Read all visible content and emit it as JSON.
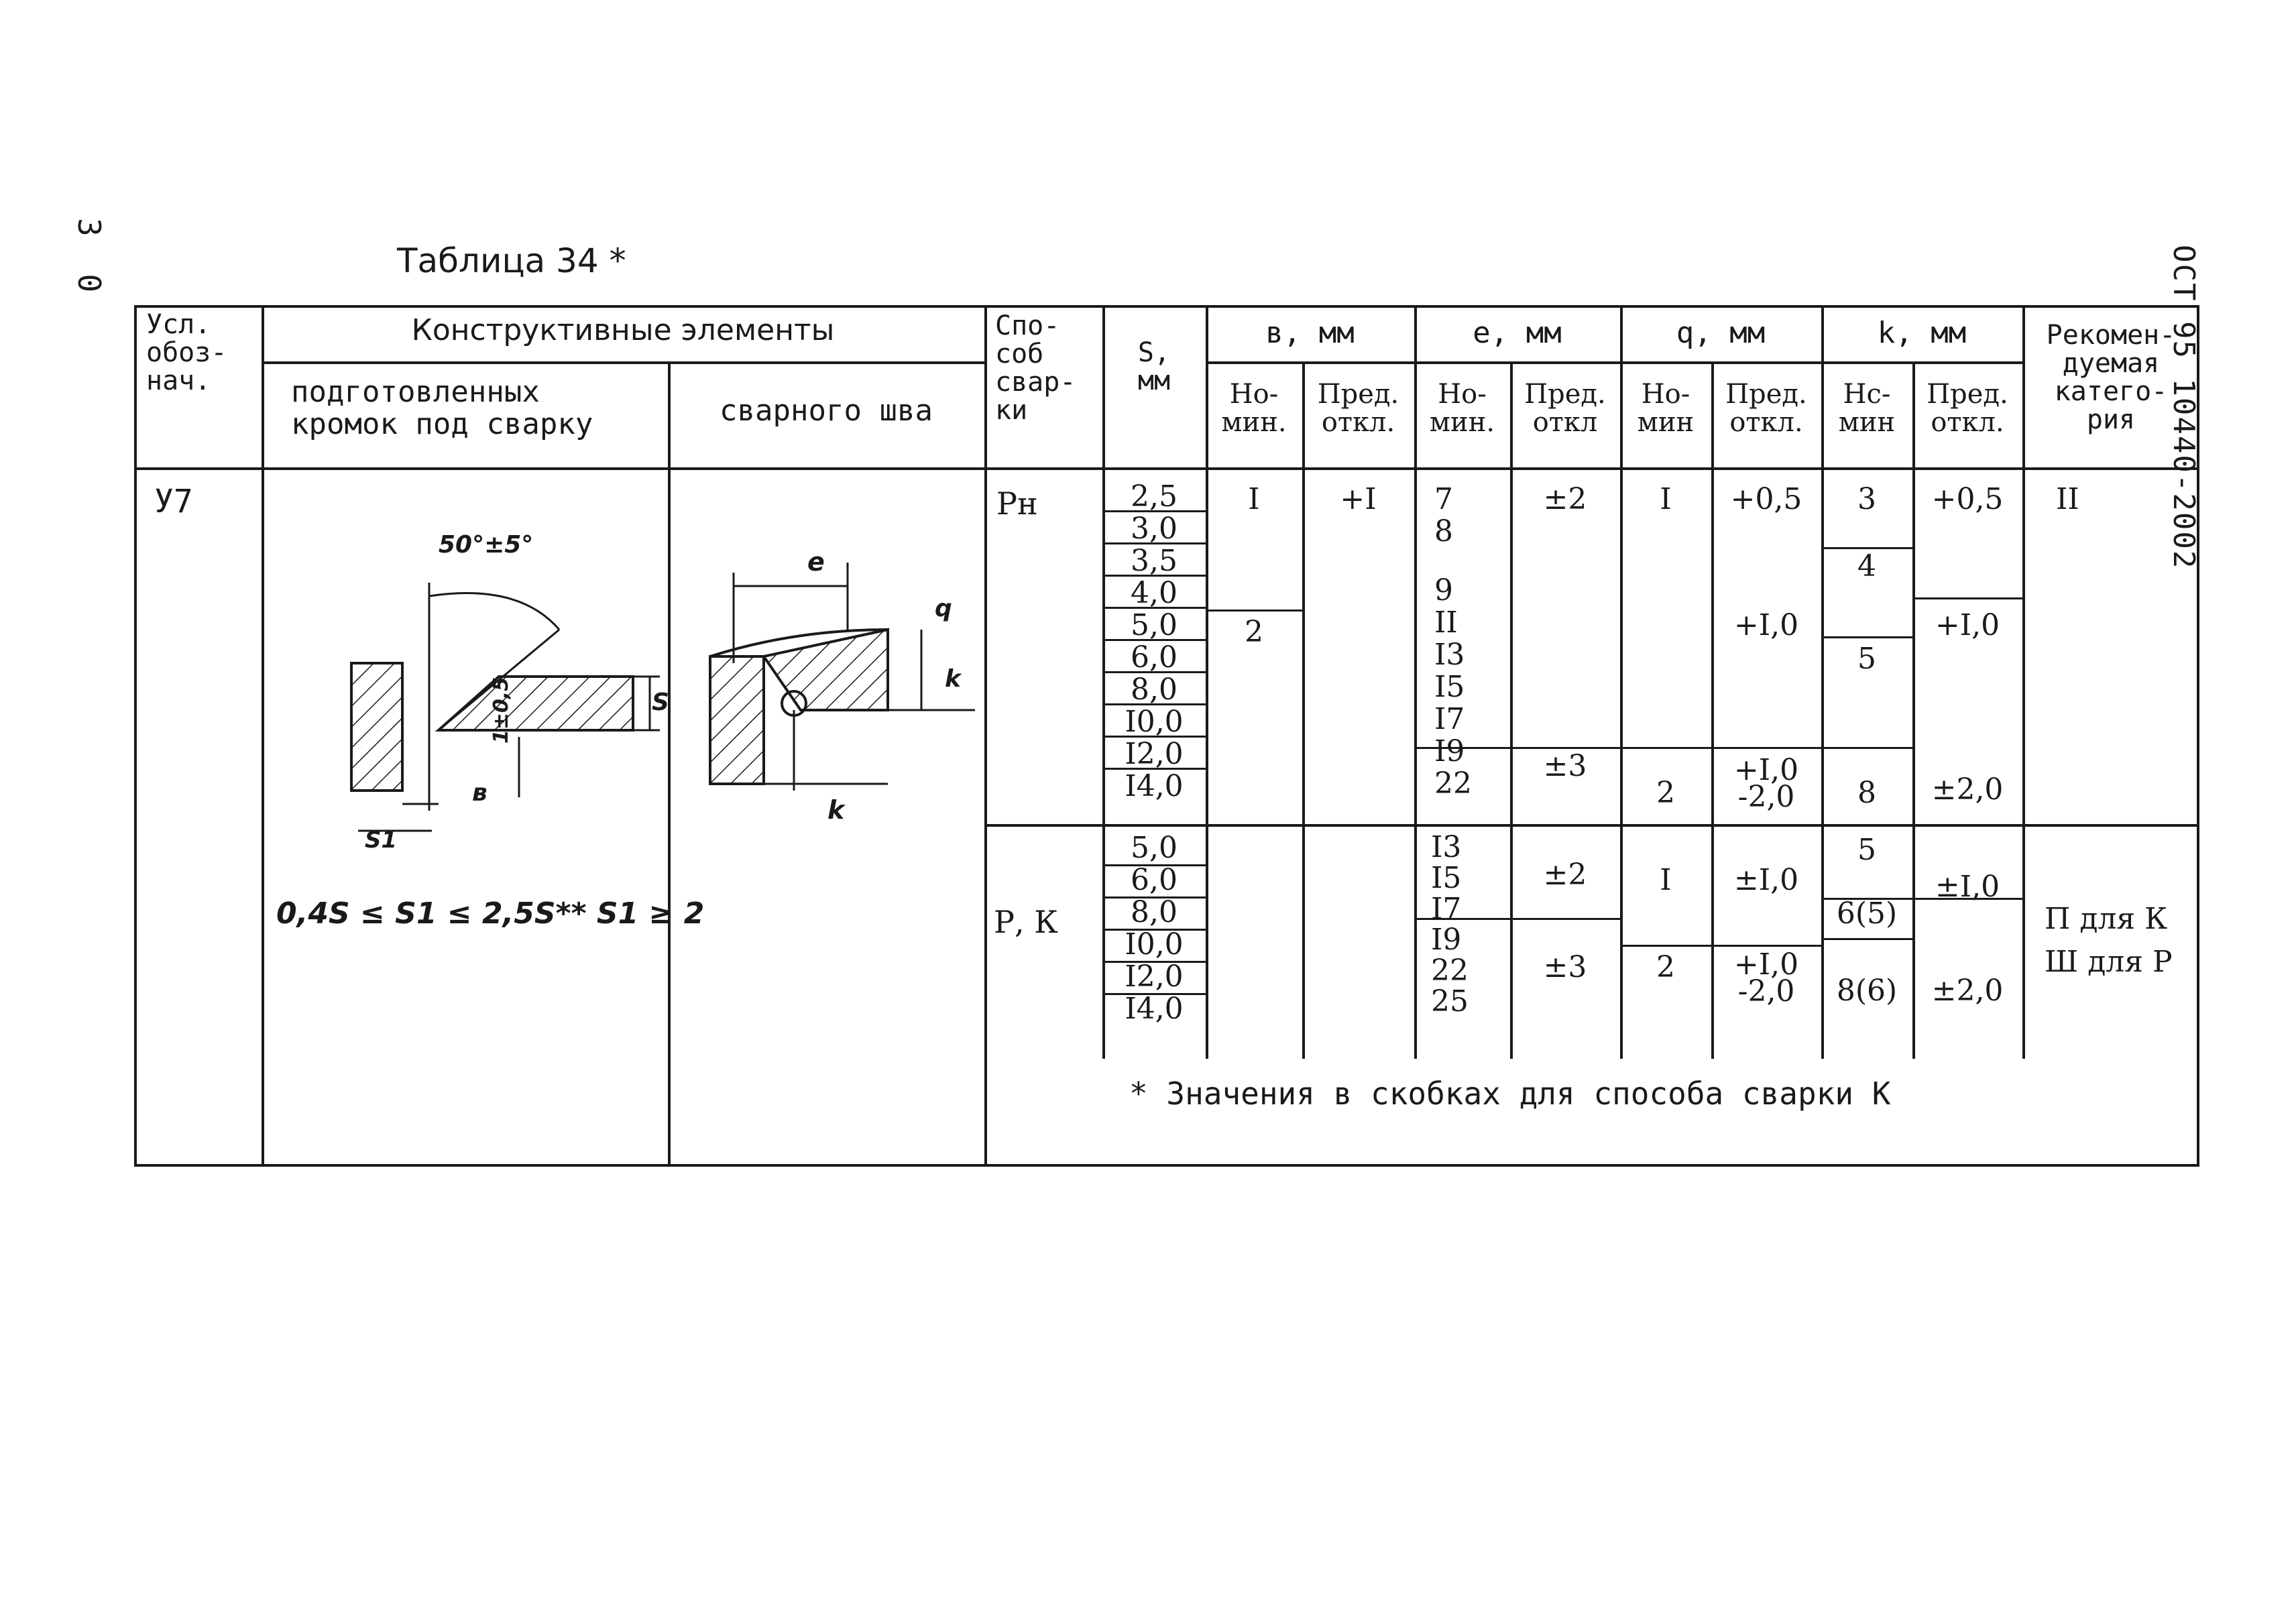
{
  "page_number": "3 0",
  "standard_code": "ОСТ 95 10440-2002",
  "table_title": "Таблица 34",
  "table_title_mark": "*",
  "headers": {
    "designation": [
      "Усл.",
      "обоз-",
      "нач."
    ],
    "constructive": "Конструктивные элементы",
    "prepared_edges": [
      "подготовленных",
      "кромок под сварку"
    ],
    "weld_seam": "сварного шва",
    "method": [
      "Спо-",
      "соб",
      "свар-",
      "ки"
    ],
    "s": [
      "S,",
      "мм"
    ],
    "b": "в,   мм",
    "e": "е,   мм",
    "q": "q,  мм",
    "k": "k,   мм",
    "nom": [
      "Но-",
      "мин."
    ],
    "nom_q": [
      "Но-",
      "мин"
    ],
    "nom_k": [
      "Нс-",
      "мин"
    ],
    "dev": [
      "Пред.",
      "откл."
    ],
    "dev_short": [
      "Пред.",
      "откл"
    ],
    "category": [
      "Рекомен-",
      "дуемая",
      "катего-",
      "рия"
    ]
  },
  "row_designation": "У7",
  "drawing": {
    "angle_label": "50°±5°",
    "s_label": "S",
    "b_label": "в",
    "tolerance_label": "1±0,5",
    "s1_label": "S1",
    "e_label": "е",
    "q_label": "q",
    "k_label": "k",
    "formula": "0,4S ≤ S1 ≤ 2,5S**  S1 ≥ 2"
  },
  "group1": {
    "method": "Рн",
    "s": [
      "2,5",
      "3,0",
      "3,5",
      "4,0",
      "5,0",
      "6,0",
      "8,0",
      "I0,0",
      "I2,0",
      "I4,0"
    ],
    "b_nom": [
      "I",
      "2"
    ],
    "b_dev": "+I",
    "e_nom": [
      "7",
      "8",
      "9",
      "II",
      "I3",
      "I5",
      "I7",
      "I9",
      "22"
    ],
    "e_dev": [
      "±2",
      "±3"
    ],
    "q_nom": [
      "I",
      "2"
    ],
    "q_dev": [
      "+0,5",
      "+I,0",
      "+I,0",
      "-2,0"
    ],
    "k_nom": [
      "3",
      "4",
      "5",
      "8"
    ],
    "k_dev": [
      "+0,5",
      "+I,0",
      "±2,0"
    ],
    "category": "II"
  },
  "group2": {
    "method": "Р, К",
    "s": [
      "5,0",
      "6,0",
      "8,0",
      "I0,0",
      "I2,0",
      "I4,0"
    ],
    "e_nom": [
      "I3",
      "I5",
      "I7",
      "I9",
      "22",
      "25"
    ],
    "e_dev": [
      "±2",
      "±3"
    ],
    "q_nom": [
      "I",
      "2"
    ],
    "q_dev": [
      "±I,0",
      "+I,0",
      "-2,0"
    ],
    "k_nom": [
      "5",
      "6(5)",
      "8(6)"
    ],
    "k_dev": [
      "±I,0",
      "±2,0"
    ],
    "category": [
      "П для К",
      "Ш для Р"
    ]
  },
  "footnote": "* Значения в скобках для способа сварки К"
}
